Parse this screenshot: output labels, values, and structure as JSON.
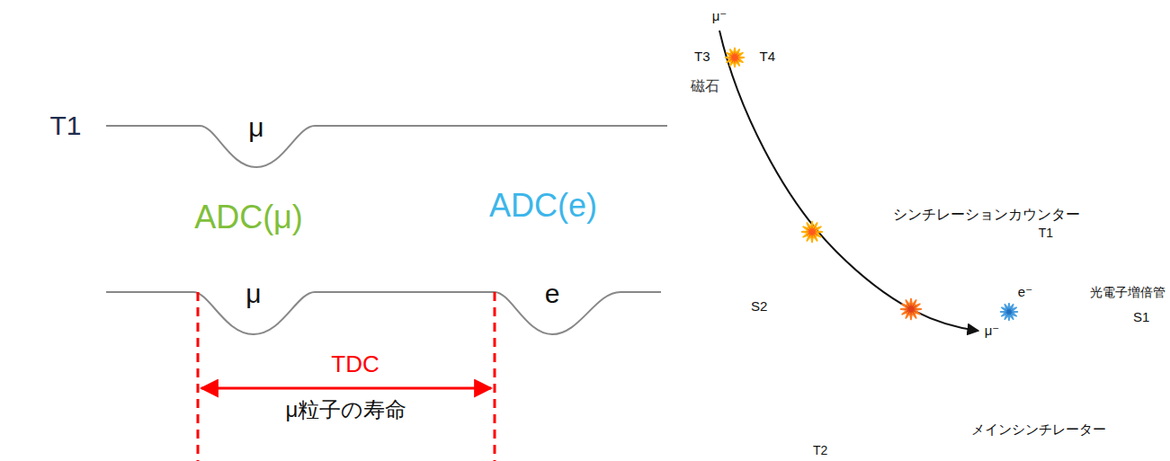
{
  "diagram": {
    "nodes": [
      {
        "text": [
          "T1"
        ]
      },
      {
        "text": [
          "S1"
        ]
      },
      {
        "text": [
          "ADC(μ)"
        ]
      },
      {
        "text": [
          "ADC(e)"
        ]
      },
      {
        "text": [
          "μ⁻"
        ]
      },
      {
        "text": [
          "T3",
          "T4"
        ]
      },
      {
        "text": [
          "磁石"
        ]
      },
      {
        "text": [
          "シンチレーションカウンター",
          "T1"
        ]
      },
      {
        "text": [
          "メインシンチレーター"
        ]
      },
      {
        "text": [
          "μ⁻"
        ],
        "in": 8
      },
      {
        "text": [
          "e⁻"
        ],
        "in": 8
      },
      {
        "text": [
          "S2"
        ]
      },
      {
        "text": [
          "光電子増倍管",
          "S1"
        ]
      },
      {
        "text": [
          "T2"
        ]
      }
    ],
    "edges": [
      {
        "from": 4,
        "to": 9,
        "arrow": "to"
      }
    ],
    "labels": [
      "μ",
      "μ",
      "e",
      "TDC",
      "μ粒子の寿命"
    ]
  }
}
